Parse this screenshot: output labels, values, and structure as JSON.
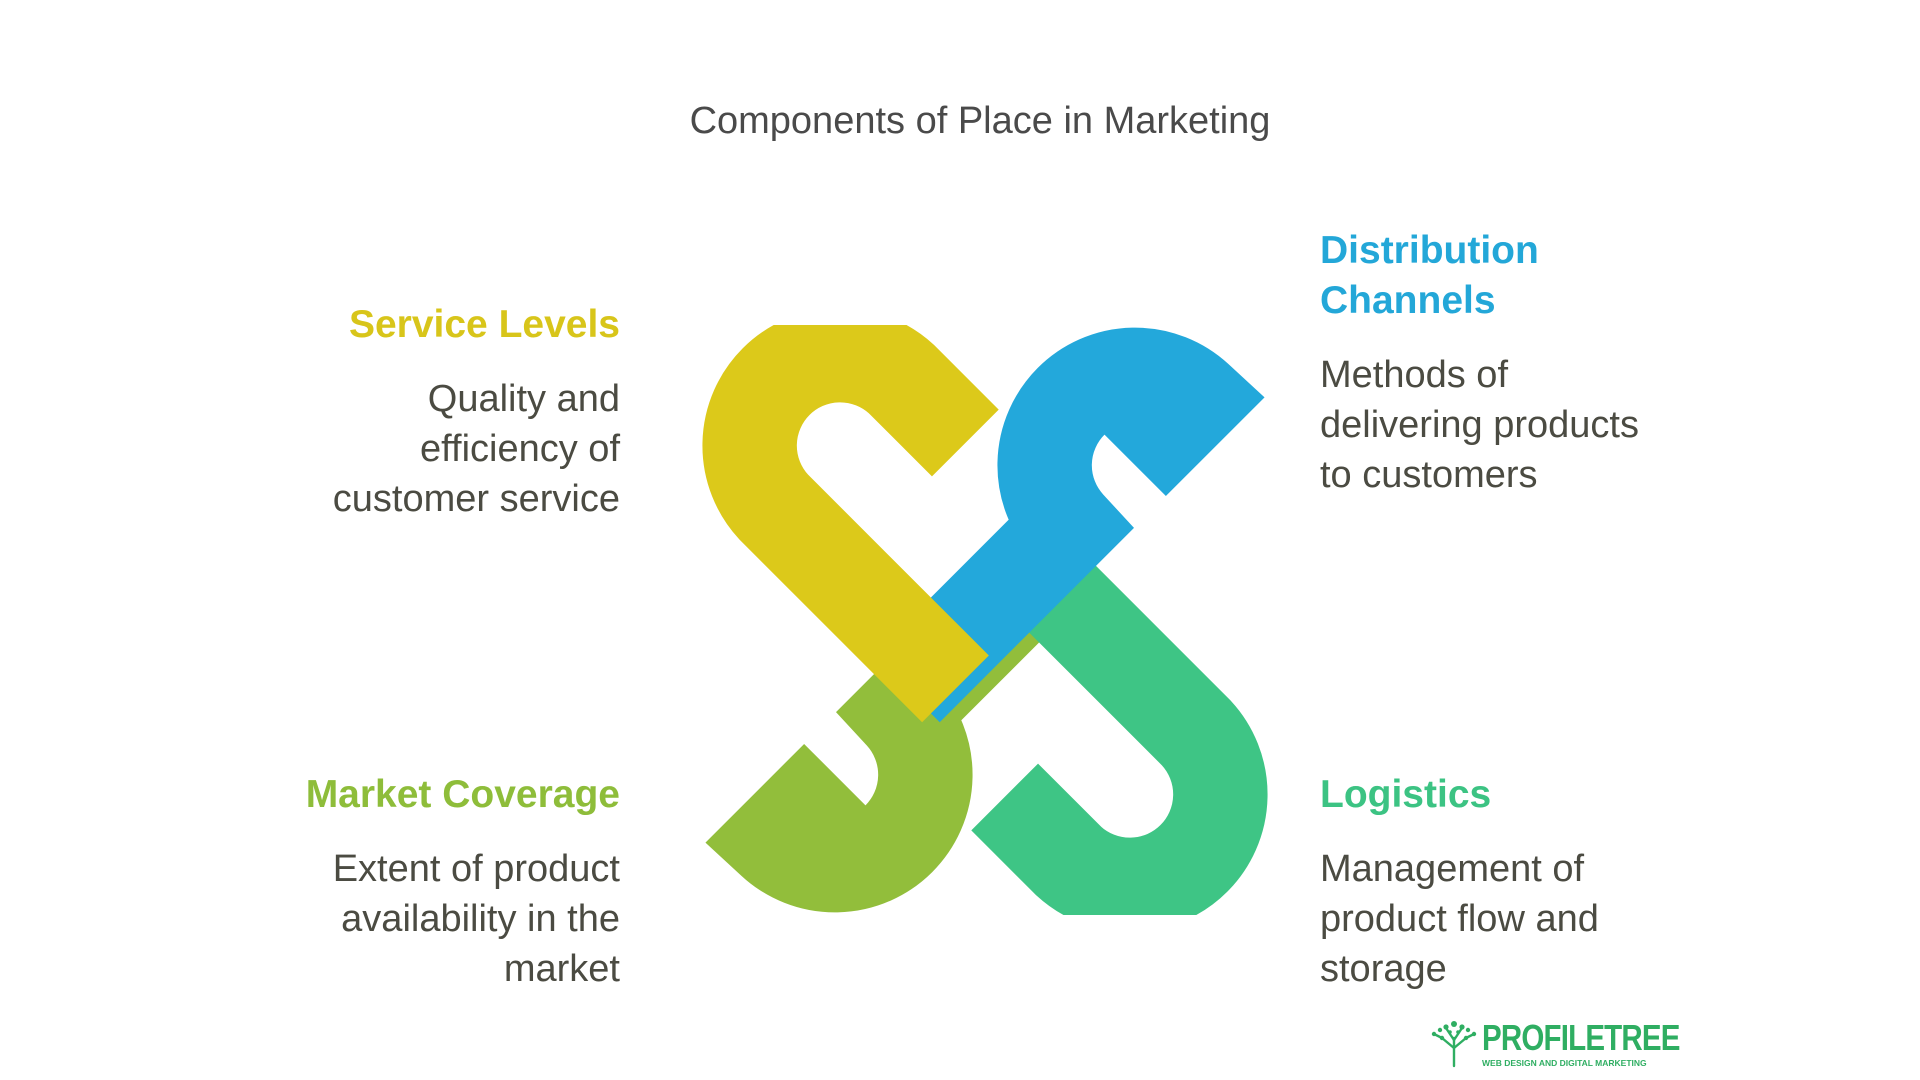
{
  "title": "Components of Place in Marketing",
  "components": {
    "service_levels": {
      "heading": "Service Levels",
      "description": "Quality and efficiency of customer service",
      "color": "#DCC91A"
    },
    "distribution_channels": {
      "heading_line1": "Distribution",
      "heading_line2": "Channels",
      "description": "Methods of delivering products to customers",
      "color": "#23A8DB"
    },
    "market_coverage": {
      "heading": "Market Coverage",
      "description": "Extent of product availability in the market",
      "color": "#92BE3B"
    },
    "logistics": {
      "heading": "Logistics",
      "description": "Management of product flow and storage",
      "color": "#3EC585"
    }
  },
  "logo": {
    "name": "PROFILETREE",
    "tagline": "WEB DESIGN AND DIGITAL MARKETING",
    "icon": "tree-icon",
    "color": "#2FAE62"
  }
}
